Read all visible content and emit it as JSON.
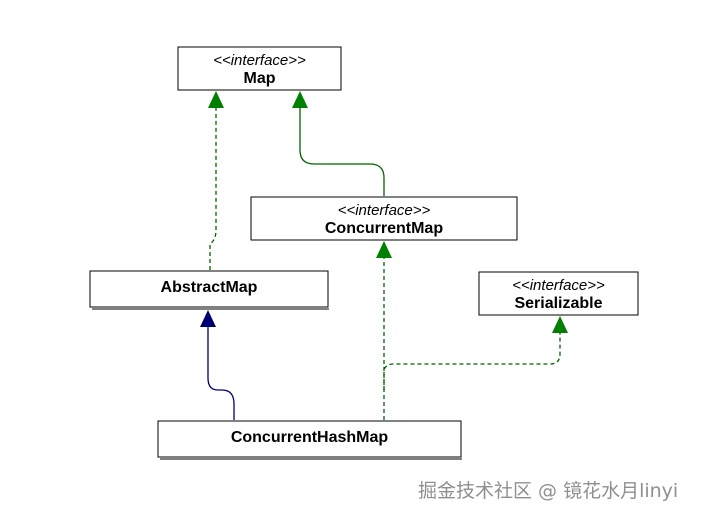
{
  "nodes": {
    "map": {
      "stereotype": "<<interface>>",
      "name": "Map"
    },
    "concurrent_map": {
      "stereotype": "<<interface>>",
      "name": "ConcurrentMap"
    },
    "abstract_map": {
      "name": "AbstractMap"
    },
    "serializable": {
      "stereotype": "<<interface>>",
      "name": "Serializable"
    },
    "concurrent_hash_map": {
      "name": "ConcurrentHashMap"
    }
  },
  "watermark": "掘金技术社区 @ 镜花水月linyi"
}
